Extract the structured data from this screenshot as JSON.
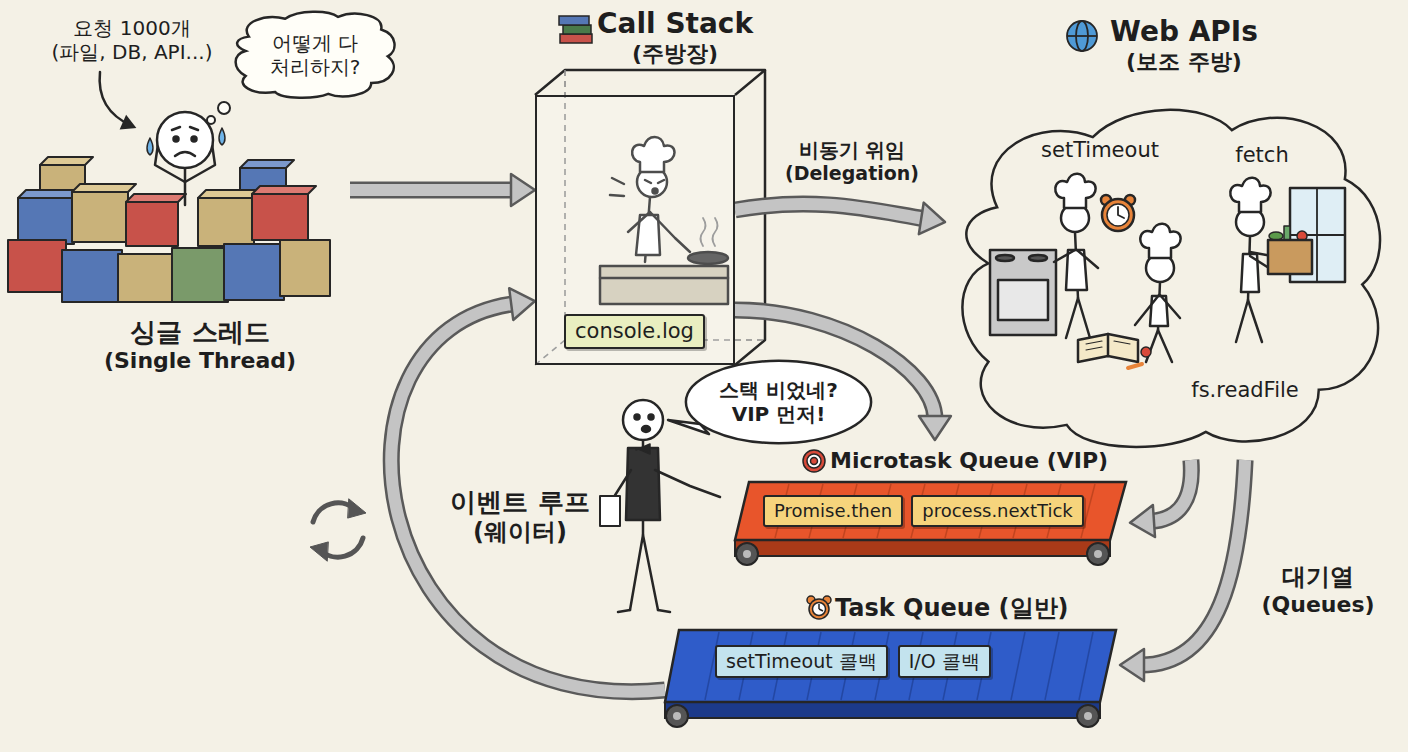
{
  "diagram": {
    "nodes": [
      {
        "text": [
          "싱글 스레드 (Single Thread)"
        ]
      },
      {
        "text": [
          "어떻게 다 처리하지?"
        ]
      },
      {
        "text": [
          "Call Stack (주방장)"
        ]
      },
      {
        "text": [
          "console.log"
        ],
        "in": 2
      },
      {
        "text": [
          "Web APIs (보조 주방)"
        ]
      },
      {
        "text": [
          "스택 비었네? VIP 먼저!"
        ]
      },
      {
        "text": [
          "Microtask Queue (VIP)"
        ]
      },
      {
        "text": [
          "Promise.then"
        ],
        "in": 6
      },
      {
        "text": [
          "process.nextTick"
        ],
        "in": 6
      },
      {
        "text": [
          "Task Queue (일반)"
        ]
      },
      {
        "text": [
          "setTimeout 콜백"
        ],
        "in": 9
      },
      {
        "text": [
          "I/O 콜백"
        ],
        "in": 9
      }
    ],
    "edges": [
      {
        "from": 0,
        "to": 2,
        "arrow": "to"
      },
      {
        "from": 2,
        "to": 4,
        "label": "비동기 위임 (Delegation)",
        "arrow": "to"
      },
      {
        "from": 2,
        "to": 6,
        "arrow": "to"
      },
      {
        "from": 4,
        "to": 6,
        "arrow": "to"
      },
      {
        "from": 4,
        "to": 9,
        "arrow": "to"
      },
      {
        "from": 9,
        "to": 2,
        "arrow": "to"
      }
    ],
    "labels": [
      "요청 1000개 (파일, DB, API...)",
      "setTimeout",
      "fetch",
      "fs.readFile",
      "이벤트 루프 (웨이터)",
      "대기열 (Queues)"
    ]
  }
}
